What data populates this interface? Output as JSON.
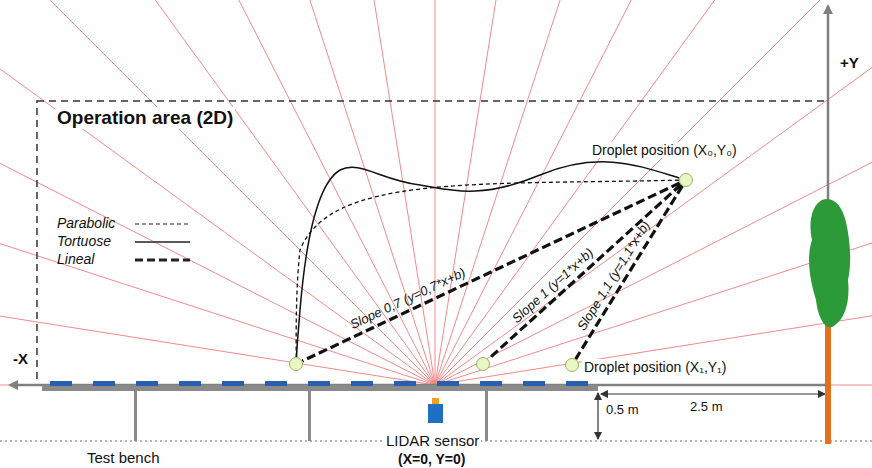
{
  "diagram": {
    "nodes": [
      {
        "text": [
          "Droplet position (X₀,Y₀)"
        ]
      },
      {
        "text": []
      },
      {
        "text": []
      },
      {
        "text": [
          "Droplet position (X₁,Y₁)"
        ]
      }
    ],
    "edges": [
      {
        "from": 0,
        "to": 1,
        "arrow": "none"
      },
      {
        "from": 0,
        "to": 1,
        "arrow": "none"
      },
      {
        "from": 0,
        "to": 1,
        "label": "Slope 0,7 (y=0,7*x+b)",
        "arrow": "none"
      },
      {
        "from": 0,
        "to": 2,
        "label": "Slope 1 (y=1*x+b)",
        "arrow": "none"
      },
      {
        "from": 0,
        "to": 3,
        "label": "Slope 1,1 (y=1,1*x+b)",
        "arrow": "none"
      }
    ],
    "labels": [
      "Operation area (2D)",
      "-X",
      "+Y",
      "Test bench",
      "LIDAR sensor",
      "(X=0, Y=0)",
      "0.5 m",
      "2.5 m"
    ],
    "legend": [
      {
        "text": "Parabolic"
      },
      {
        "text": "Tortuose"
      },
      {
        "text": "Lineal"
      }
    ]
  }
}
